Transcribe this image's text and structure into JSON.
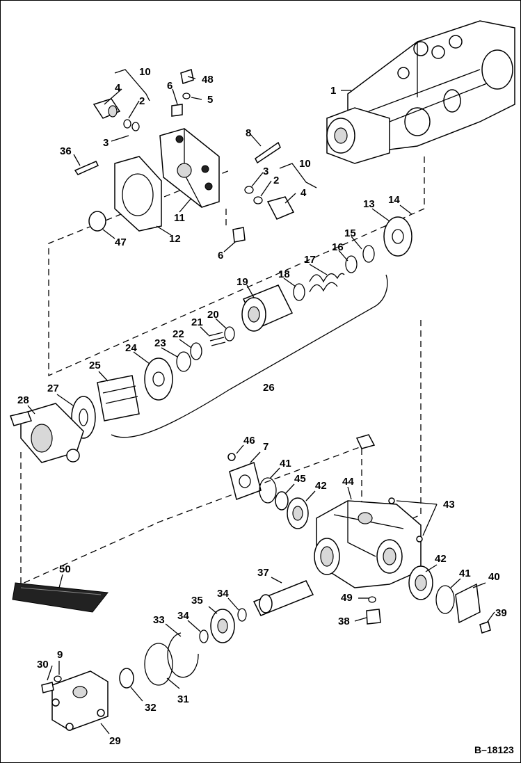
{
  "figure": {
    "reference_code": "B–18123"
  },
  "callouts": [
    {
      "id": "c1",
      "label": "1"
    },
    {
      "id": "c10a",
      "label": "10"
    },
    {
      "id": "c4a",
      "label": "4"
    },
    {
      "id": "c2a",
      "label": "2"
    },
    {
      "id": "c3a",
      "label": "3"
    },
    {
      "id": "c36",
      "label": "36"
    },
    {
      "id": "c6a",
      "label": "6"
    },
    {
      "id": "c48",
      "label": "48"
    },
    {
      "id": "c5",
      "label": "5"
    },
    {
      "id": "c8",
      "label": "8"
    },
    {
      "id": "c10b",
      "label": "10"
    },
    {
      "id": "c3b",
      "label": "3"
    },
    {
      "id": "c2b",
      "label": "2"
    },
    {
      "id": "c4b",
      "label": "4"
    },
    {
      "id": "c11",
      "label": "11"
    },
    {
      "id": "c12",
      "label": "12"
    },
    {
      "id": "c47",
      "label": "47"
    },
    {
      "id": "c6b",
      "label": "6"
    },
    {
      "id": "c13",
      "label": "13"
    },
    {
      "id": "c14",
      "label": "14"
    },
    {
      "id": "c15",
      "label": "15"
    },
    {
      "id": "c16",
      "label": "16"
    },
    {
      "id": "c17",
      "label": "17"
    },
    {
      "id": "c18",
      "label": "18"
    },
    {
      "id": "c19",
      "label": "19"
    },
    {
      "id": "c20",
      "label": "20"
    },
    {
      "id": "c21",
      "label": "21"
    },
    {
      "id": "c22",
      "label": "22"
    },
    {
      "id": "c23",
      "label": "23"
    },
    {
      "id": "c24",
      "label": "24"
    },
    {
      "id": "c25",
      "label": "25"
    },
    {
      "id": "c26",
      "label": "26"
    },
    {
      "id": "c27",
      "label": "27"
    },
    {
      "id": "c28",
      "label": "28"
    },
    {
      "id": "c46",
      "label": "46"
    },
    {
      "id": "c7",
      "label": "7"
    },
    {
      "id": "c41a",
      "label": "41"
    },
    {
      "id": "c45",
      "label": "45"
    },
    {
      "id": "c42a",
      "label": "42"
    },
    {
      "id": "c44",
      "label": "44"
    },
    {
      "id": "c43",
      "label": "43"
    },
    {
      "id": "c50",
      "label": "50"
    },
    {
      "id": "c37",
      "label": "37"
    },
    {
      "id": "c42b",
      "label": "42"
    },
    {
      "id": "c41b",
      "label": "41"
    },
    {
      "id": "c40",
      "label": "40"
    },
    {
      "id": "c49",
      "label": "49"
    },
    {
      "id": "c38",
      "label": "38"
    },
    {
      "id": "c39",
      "label": "39"
    },
    {
      "id": "c34a",
      "label": "34"
    },
    {
      "id": "c35",
      "label": "35"
    },
    {
      "id": "c33",
      "label": "33"
    },
    {
      "id": "c34b",
      "label": "34"
    },
    {
      "id": "c30",
      "label": "30"
    },
    {
      "id": "c9",
      "label": "9"
    },
    {
      "id": "c31",
      "label": "31"
    },
    {
      "id": "c32",
      "label": "32"
    },
    {
      "id": "c29",
      "label": "29"
    }
  ]
}
